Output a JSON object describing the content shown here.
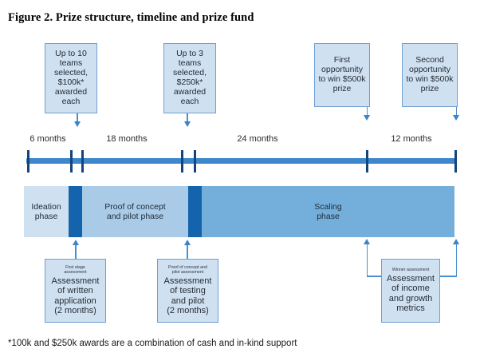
{
  "figure": {
    "title": "Figure 2. Prize structure, timeline and prize fund",
    "footnote": "*100k and $250k awards are a combination of cash and in-kind support"
  },
  "colors": {
    "box_fill": "#cfe0f1",
    "box_border": "#6f9fd0",
    "connector": "#4a8fd0",
    "timeline": "#3f87cc",
    "tick": "#12447e",
    "ideation_phase": "#cfe0f1",
    "gate_marker": "#1463ad",
    "poc_phase": "#a9cbe8",
    "scaling_phase": "#74aeda"
  },
  "top_callouts": [
    {
      "text": "Up to 10\nteams\nselected,\n$100k*\nawarded\neach"
    },
    {
      "text": "Up to 3\nteams\nselected,\n$250k*\nawarded\neach"
    },
    {
      "text": "First\nopportunity\nto win $500k\nprize"
    },
    {
      "text": "Second\nopportunity\nto win $500k\nprize"
    }
  ],
  "timeline": {
    "segments": [
      {
        "label": "6 months"
      },
      {
        "label": "18 months"
      },
      {
        "label": "24 months"
      },
      {
        "label": "12 months"
      }
    ]
  },
  "phases": [
    {
      "name": "ideation",
      "text": "Ideation\nphase"
    },
    {
      "name": "gate-1",
      "text": ""
    },
    {
      "name": "proof-of-concept",
      "text": "Proof of concept\nand pilot phase"
    },
    {
      "name": "gate-2",
      "text": ""
    },
    {
      "name": "scaling",
      "text": "Scaling\nphase"
    }
  ],
  "bottom_callouts": [
    {
      "sub_label": "First stage\nassessment",
      "text": "Assessment\nof written\napplication\n(2 months)"
    },
    {
      "sub_label": "Proof of concept and\npilot  assessment",
      "text": "Assessment\nof testing\nand pilot\n(2 months)"
    },
    {
      "sub_label": "Winner assessment",
      "text": "Assessment\nof income\nand growth\nmetrics"
    }
  ]
}
